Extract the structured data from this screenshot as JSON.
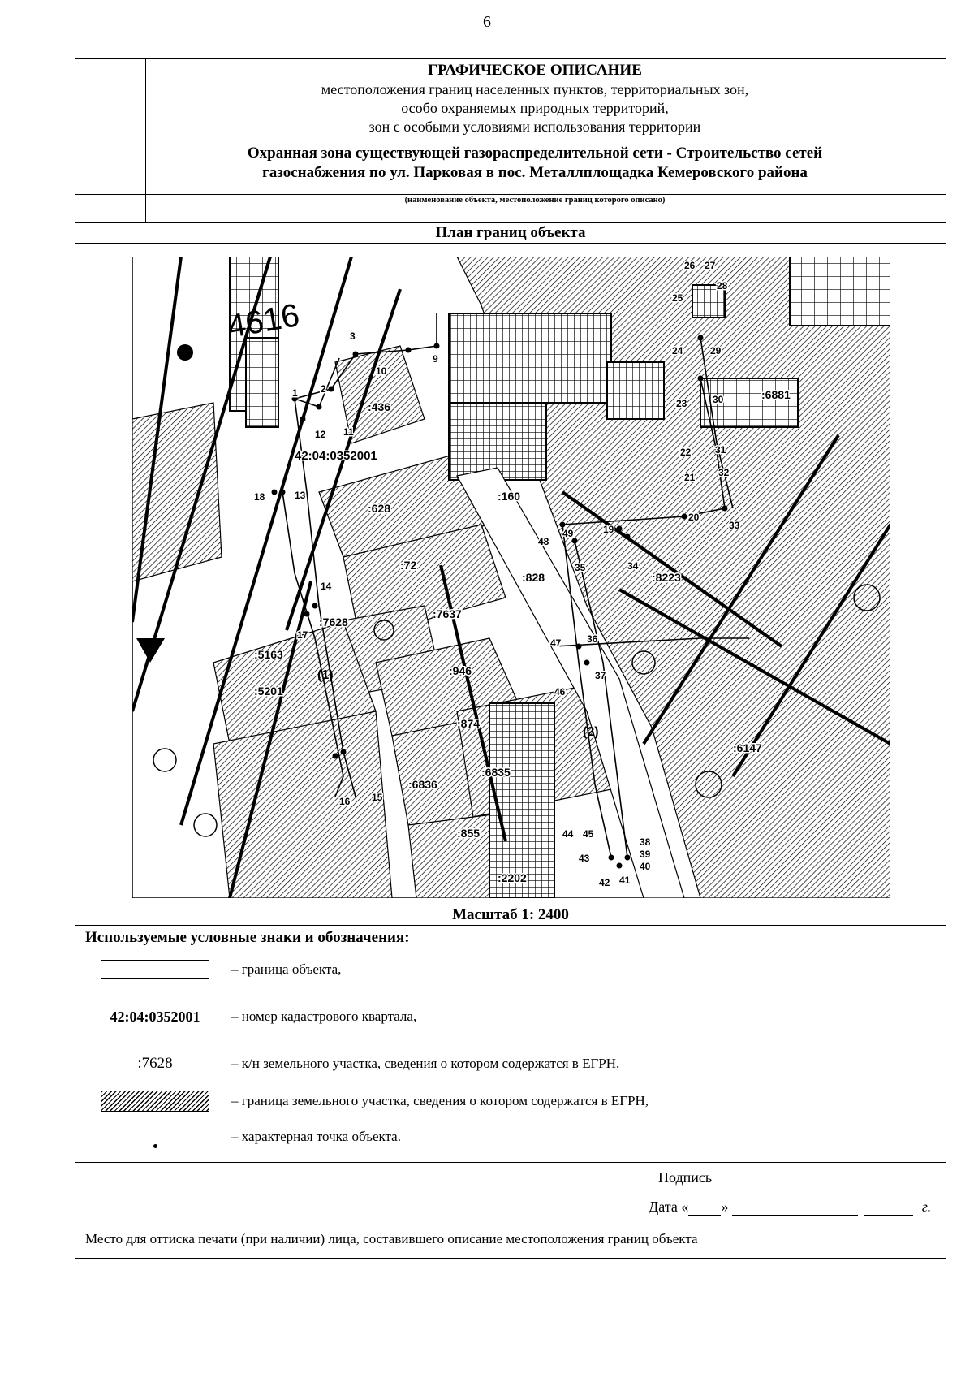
{
  "page_number": "6",
  "header": {
    "title": "ГРАФИЧЕСКОЕ ОПИСАНИЕ",
    "subtitle_lines": [
      "местоположения границ населенных пунктов, территориальных зон,",
      "особо охраняемых природных территорий,",
      "зон с особыми условиями использования территории"
    ],
    "object_lines": [
      "Охранная зона существующей газораспределительной сети - Строительство сетей",
      "газоснабжения по ул. Парковая в пос. Металлплощадка Кемеровского района"
    ],
    "caption": "(наименование объекта, местоположение границ которого описано)"
  },
  "plan_title": "План границ объекта",
  "map": {
    "quarter_label": "42:04:0352001",
    "big_label": "4616",
    "parcels": [
      ":436",
      ":628",
      ":72",
      ":7628",
      ":7637",
      ":160",
      ":828",
      ":8223",
      ":6881",
      ":946",
      ":874",
      ":5163",
      ":5201",
      ":6836",
      ":6835",
      ":855",
      ":2202",
      ":6147"
    ],
    "points": [
      "1",
      "2",
      "3",
      "9",
      "10",
      "11",
      "12",
      "13",
      "14",
      "15",
      "16",
      "17",
      "18",
      "19",
      "20",
      "21",
      "22",
      "23",
      "24",
      "25",
      "26",
      "27",
      "28",
      "29",
      "30",
      "31",
      "32",
      "33",
      "34",
      "35",
      "36",
      "37",
      "38",
      "39",
      "40",
      "41",
      "42",
      "43",
      "44",
      "45",
      "46",
      "47",
      "48",
      "49"
    ],
    "contour_labels": [
      "(1)",
      "(2)"
    ]
  },
  "scale": "Масштаб 1: 2400",
  "legend": {
    "title": "Используемые условные знаки и обозначения:",
    "items": [
      {
        "symbol": "box",
        "text": "– граница объекта,"
      },
      {
        "symbol": "42:04:0352001",
        "text": "– номер кадастрового квартала,"
      },
      {
        "symbol": ":7628",
        "text": "– к/н земельного участка, сведения о котором содержатся в ЕГРН,"
      },
      {
        "symbol": "hatch",
        "text": "– граница земельного участка, сведения о котором содержатся в ЕГРН,"
      },
      {
        "symbol": "dot",
        "text": "– характерная точка объекта."
      }
    ]
  },
  "signature": {
    "sign_label": "Подпись",
    "date_label": "Дата «",
    "date_mid": "»",
    "year_suffix": "г.",
    "place_text": "Место для оттиска печати (при наличии) лица, составившего описание местоположения границ объекта"
  }
}
